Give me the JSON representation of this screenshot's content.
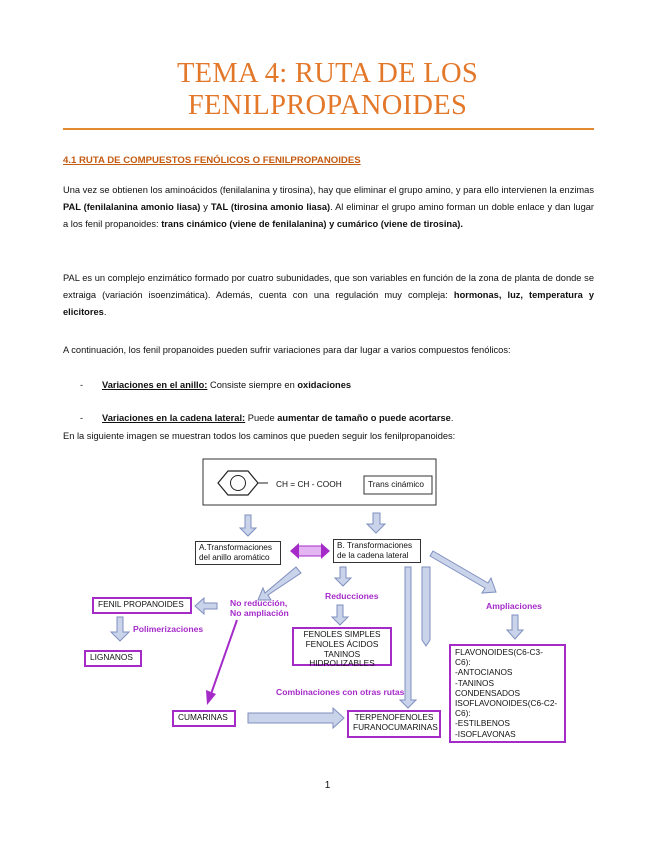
{
  "header": {
    "title_line1": "TEMA 4: RUTA DE LOS",
    "title_line2": "FENILPROPANOIDES",
    "accent_color": "#E3782A"
  },
  "section": {
    "heading": "4.1 RUTA DE COMPUESTOS FENÓLICOS O FENILPROPANOIDES"
  },
  "paragraph1": {
    "t1": "Una vez se obtienen los aminoácidos (fenilalanina y tirosina), hay que eliminar el grupo amino, y para ello intervienen la enzimas ",
    "b1": "PAL (fenilalanina amonio liasa)",
    "t2": " y ",
    "b2": "TAL (tirosina amonio liasa)",
    "t3": ". Al eliminar el grupo amino forman un doble enlace y dan lugar a los fenil propanoides: ",
    "b3": "trans cinámico (viene de fenilalanina) y cumárico (viene de tirosina)."
  },
  "paragraph2": {
    "t1": "PAL es un complejo enzimático formado por cuatro subunidades, que son variables en función de la zona de planta de donde se extraiga (variación isoenzimática). Además, cuenta con una regulación muy compleja: ",
    "b1": "hormonas, luz, temperatura y elicitores",
    "t2": "."
  },
  "paragraph3": "A continuación, los fenil propanoides pueden sufrir variaciones para dar lugar a varios compuestos fenólicos:",
  "list": [
    {
      "dash": "-",
      "title": "Variaciones en el anillo:",
      "text": " Consiste siempre en ",
      "bold": "oxidaciones",
      "tail": ""
    },
    {
      "dash": "-",
      "title": "Variaciones en la cadena lateral:",
      "text": " Puede ",
      "bold": "aumentar de tamaño o puede acortarse",
      "tail": "."
    }
  ],
  "paragraph4": "En la siguiente imagen se muestran todos los caminos que pueden seguir los fenilpropanoides:",
  "diagram": {
    "formula": "CH = CH - COOH",
    "trans": "Trans cinámico",
    "ring_box_1": "A.Transformaciones",
    "ring_box_2": "del anillo aromático",
    "side_box_1": "B. Transformaciones",
    "side_box_2": "de la cadena lateral",
    "no_red_1": "No reducción,",
    "no_red_2": "No ampliación",
    "reducciones": "Reducciones",
    "ampliaciones": "Ampliaciones",
    "fenil": "FENIL PROPANOIDES",
    "polimerizaciones": "Polimerizaciones",
    "lignanos": "LIGNANOS",
    "fenoles_1": "FENOLES SIMPLES",
    "fenoles_2": "FENOLES ÁCIDOS",
    "fenoles_3": "TANINOS HIDROLIZABLES",
    "combinaciones": "Combinaciones con otras rutas",
    "cumarinas": "CUMARINAS",
    "terpeno_1": "TERPENOFENOLES",
    "terpeno_2": "FURANOCUMARINAS",
    "flav": [
      "FLAVONOIDES(C6-C3-",
      "C6):",
      "-ANTOCIANOS",
      "-TANINOS",
      "CONDENSADOS",
      "ISOFLAVONOIDES(C6-C2-",
      "C6):",
      "-ESTILBENOS",
      "-ISOFLAVONAS"
    ],
    "purple": "#A52BC9",
    "arrow_fill": "#C9D3EA",
    "arrow_stroke": "#7F8FBF"
  },
  "page_number": "1"
}
